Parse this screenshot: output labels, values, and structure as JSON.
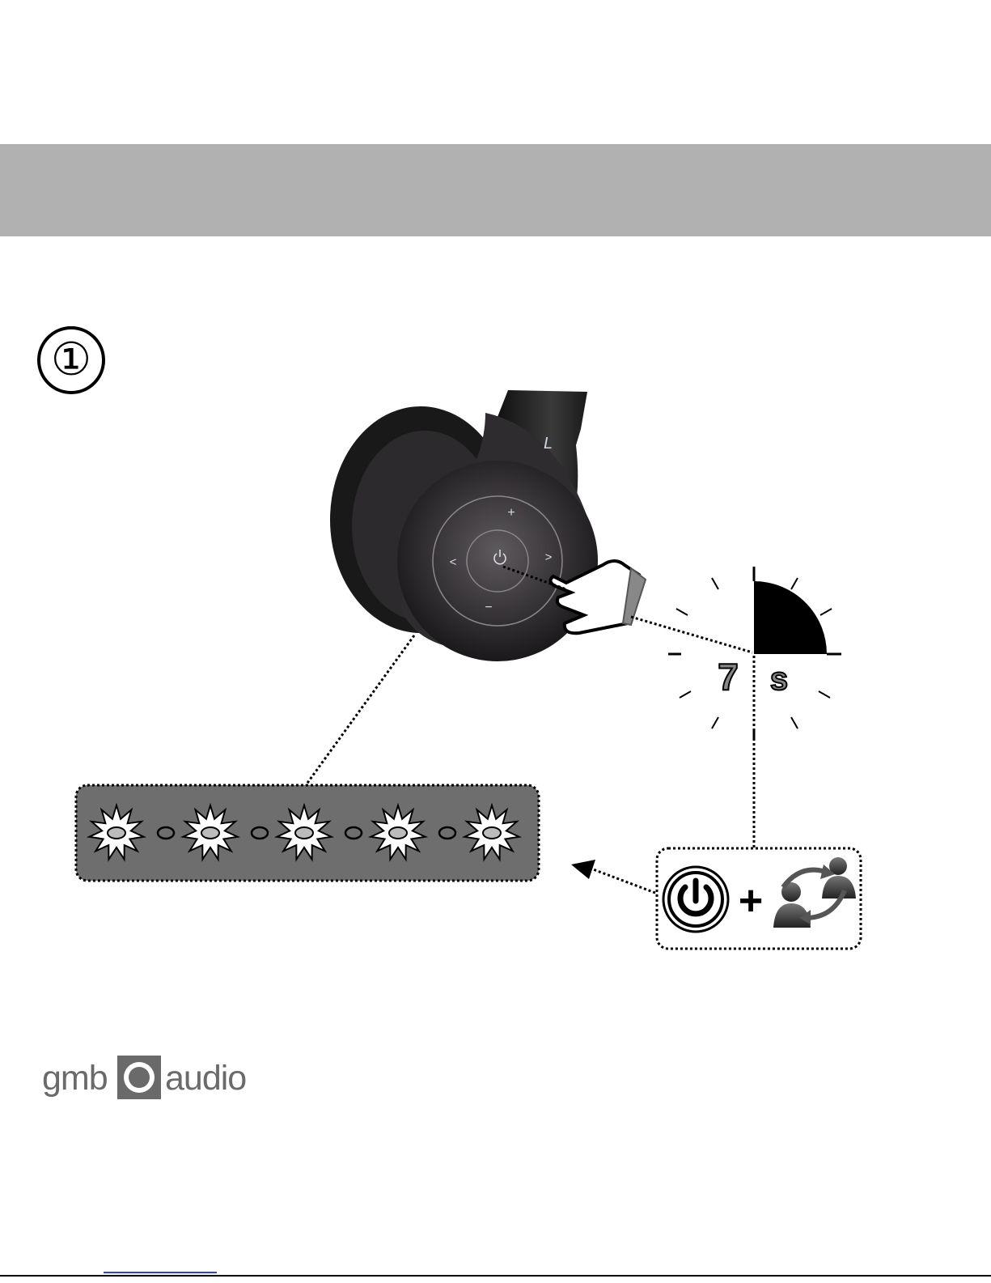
{
  "step": {
    "number": "①"
  },
  "headphone": {
    "side_label": "L",
    "buttons": {
      "up": "+",
      "down": "−",
      "left": "<",
      "right": ">"
    }
  },
  "timer": {
    "seconds": "7",
    "unit": "s",
    "elapsed_fraction": 0.25
  },
  "led_indicator": {
    "flash_count": 5,
    "colors": {
      "panel": "#6e6e6e",
      "flash": "#ffffff"
    }
  },
  "combo": {
    "plus": "+"
  },
  "logo": {
    "left": "gmb",
    "right": "audio"
  },
  "colors": {
    "header": "#b1b1b1",
    "logo": "#6a6a6a"
  }
}
